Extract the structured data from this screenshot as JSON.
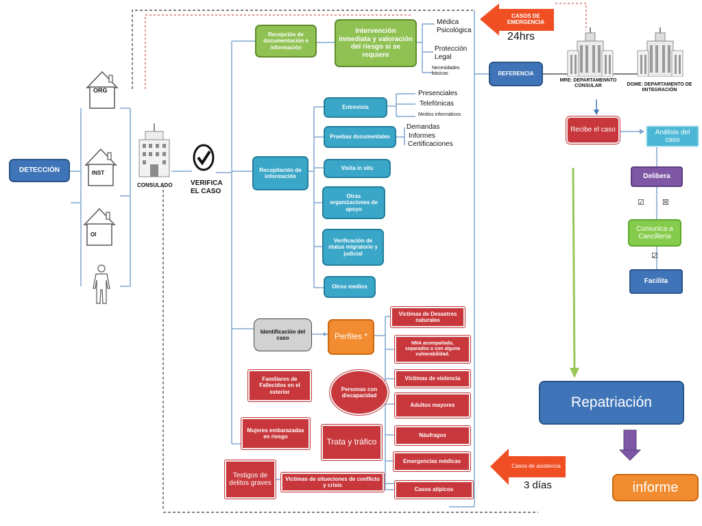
{
  "detection": {
    "deteccion": "DETECCIÓN"
  },
  "actors": {
    "org": "ORG",
    "inst": "INST",
    "oi": "OI",
    "consulado": "CONSULADO",
    "verifica": "VERIFICA EL CASO"
  },
  "emergency": {
    "arrow_label": "CASOS DE EMERGENCIA",
    "time": "24hrs"
  },
  "assistance": {
    "arrow_label": "Casos de asistencia",
    "time": "3 días"
  },
  "reception": {
    "recepcion": "Recepción de documentación e información",
    "intervencion": "Intervención inmediata y valoración del riesgo si se requiere",
    "medica": "Médica Psicológica",
    "proteccion": "Protección Legal",
    "necesidades": "Necesidades básicas",
    "referencia": "REFERENCIA"
  },
  "departments": {
    "mre": "MRE: DEPARTAMENNTO CONSULAR",
    "dgme": "DGME: DEPARTAMENTO DE IINTEGRACIÓN"
  },
  "recopilacion": {
    "main": "Recopilación de información",
    "entrevista": "Entrevista",
    "presenciales": "Presenciales",
    "telefonicas": "Telefónicas",
    "medios_inf": "Medios informáticos",
    "pruebas": "Pruebas documentales",
    "demandas": "Demandas",
    "informes": "Informes",
    "certificaciones": "Certificaciones",
    "visita": "Visita in situ",
    "otras_org": "Otras organizaciones de apoyo",
    "verificacion": "Verificación de status migratorio y judicial",
    "otros_medios": "Otros medios"
  },
  "identificacion": {
    "main": "Identificación del caso",
    "perfiles": "Perfiles *",
    "desastres": "Víctimas de Desastres naturales",
    "nna": "NNA acompañado, separados o con alguna vulnerabilidad.",
    "violencia": "Víctimas de violencia",
    "adultos": "Adultos mayores",
    "naufragos": "Náufragos",
    "emergencias": "Emergencias médicas",
    "atipicos": "Casos atípicos",
    "familiares": "Familiares de Fallecidos en el exterior",
    "discapacidad": "Personas con discapacidad",
    "mujeres": "Mujeres embarazadas en riesgo",
    "trata": "Trata y tráfico",
    "testigos": "Testigos de delitos graves",
    "conflicto": "Víctimas de situeciones de conflicto y crisis"
  },
  "flow": {
    "recibe": "Recibe el caso",
    "analisis": "Análisis del caso",
    "delibera": "Delibera",
    "check1": "☑",
    "cross1": "☒",
    "comunica": "Comunica a Cancillería",
    "check2": "☑",
    "facilita": "Facilita",
    "repatriacion": "Repatriación",
    "informe": "informe"
  },
  "colors": {
    "blue": "#3f74b8",
    "cyan": "#3aa6c8",
    "green": "#8fc153",
    "red": "#c8373b",
    "orange": "#f28c30",
    "purple": "#7e58a5",
    "arrow": "#f04e23"
  }
}
